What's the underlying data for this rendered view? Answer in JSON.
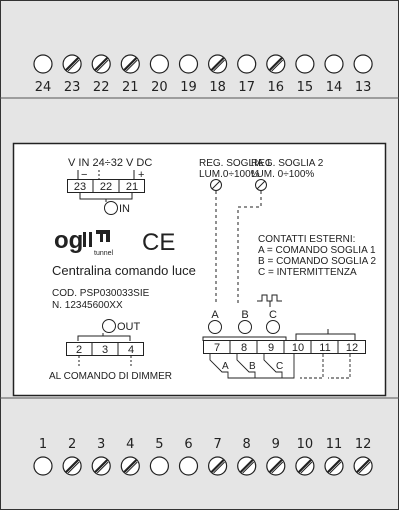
{
  "device": {
    "top_terminals": [
      "24",
      "23",
      "22",
      "21",
      "20",
      "19",
      "18",
      "17",
      "16",
      "15",
      "14",
      "13"
    ],
    "top_screwed": [
      false,
      true,
      true,
      true,
      false,
      false,
      true,
      false,
      true,
      false,
      false,
      false
    ],
    "bottom_terminals": [
      "1",
      "2",
      "3",
      "4",
      "5",
      "6",
      "7",
      "8",
      "9",
      "10",
      "11",
      "12"
    ],
    "bottom_screwed": [
      false,
      true,
      true,
      true,
      false,
      false,
      true,
      true,
      true,
      true,
      true,
      true
    ],
    "supply_label": "V IN 24÷32 V DC",
    "supply_minus": "−",
    "supply_plus": "+",
    "supply_terminals": [
      "23",
      "22",
      "21"
    ],
    "in_label": "IN",
    "brand": "og",
    "brand_sub": "tunnel",
    "ce_mark": "CE",
    "product_name": "Centralina comando luce",
    "product_code": "COD. PSP030033SIE",
    "serial": "N. 12345600XX",
    "out_label": "OUT",
    "out_terminals": [
      "2",
      "3",
      "4"
    ],
    "dimmer_label": "AL COMANDO DI DIMMER",
    "pot1_title": "REG. SOGLIA 1",
    "pot1_range": "LUM.0÷100%",
    "pot2_title": "REG. SOGLIA 2",
    "pot2_range": "LUM. 0÷100%",
    "ext_title": "CONTATTI ESTERNI:",
    "ext_a": "A = COMANDO SOGLIA 1",
    "ext_b": "B = COMANDO SOGLIA 2",
    "ext_c": "C = INTERMITTENZA",
    "leds": [
      "A",
      "B",
      "C"
    ],
    "right_terminals": [
      "7",
      "8",
      "9",
      "10",
      "11",
      "12"
    ],
    "contact_labels": [
      "A",
      "B",
      "C"
    ]
  }
}
